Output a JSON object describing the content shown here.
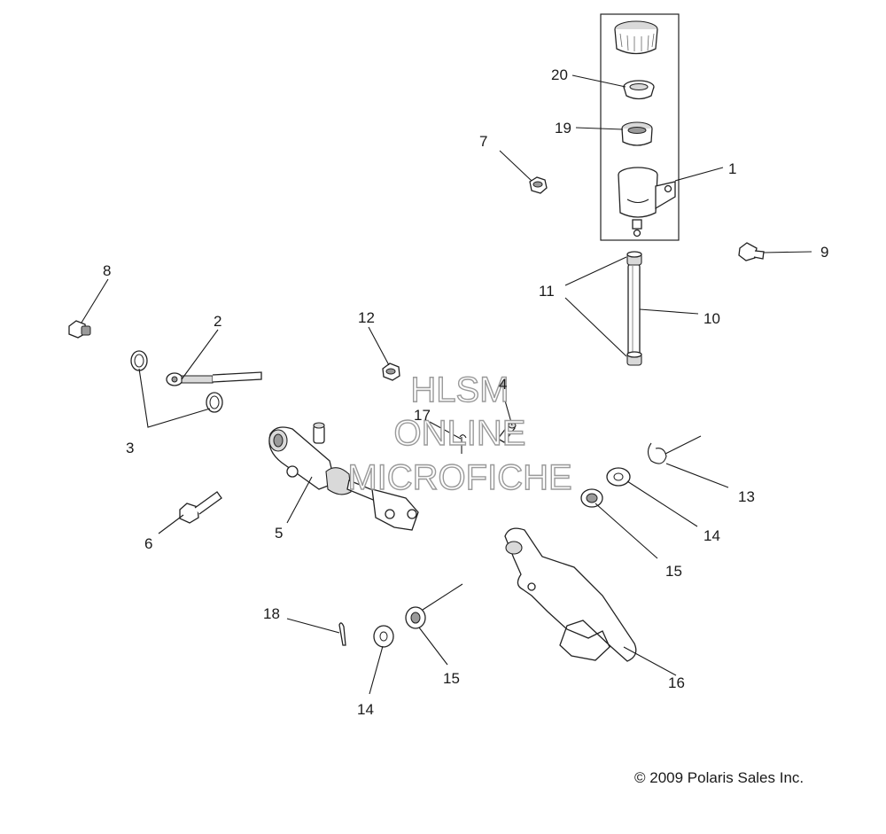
{
  "diagram": {
    "callouts": [
      "1",
      "2",
      "3",
      "4",
      "5",
      "6",
      "7",
      "8",
      "9",
      "10",
      "11",
      "12",
      "13",
      "14",
      "14",
      "15",
      "15",
      "16",
      "17",
      "18",
      "19",
      "20"
    ],
    "watermark": [
      "HLSM",
      "ONLINE",
      "MICROFICHE"
    ],
    "copyright": "© 2009 Polaris Sales Inc."
  }
}
